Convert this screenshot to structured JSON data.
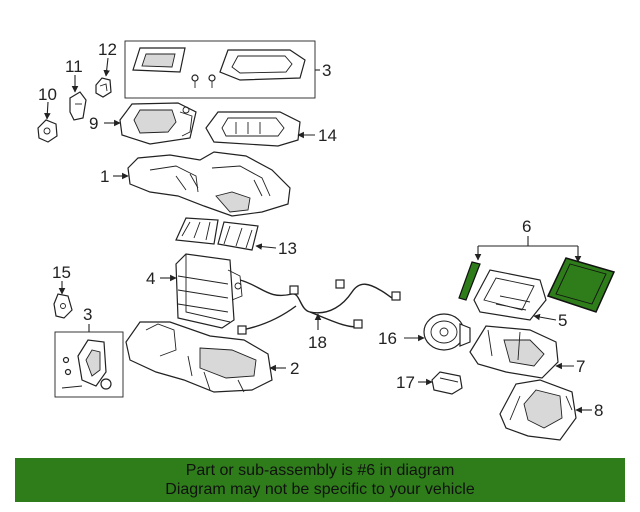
{
  "diagram": {
    "callouts": {
      "c1": "1",
      "c2": "2",
      "c3a": "3",
      "c3b": "3",
      "c4": "4",
      "c5": "5",
      "c6": "6",
      "c7": "7",
      "c8": "8",
      "c9": "9",
      "c10": "10",
      "c11": "11",
      "c12": "12",
      "c13": "13",
      "c14": "14",
      "c15": "15",
      "c16": "16",
      "c17": "17",
      "c18": "18"
    },
    "highlight_color": "#2e7d1a"
  },
  "banner": {
    "line1": "Part or sub-assembly is #6 in diagram",
    "line2": "Diagram may not be specific to your vehicle"
  }
}
